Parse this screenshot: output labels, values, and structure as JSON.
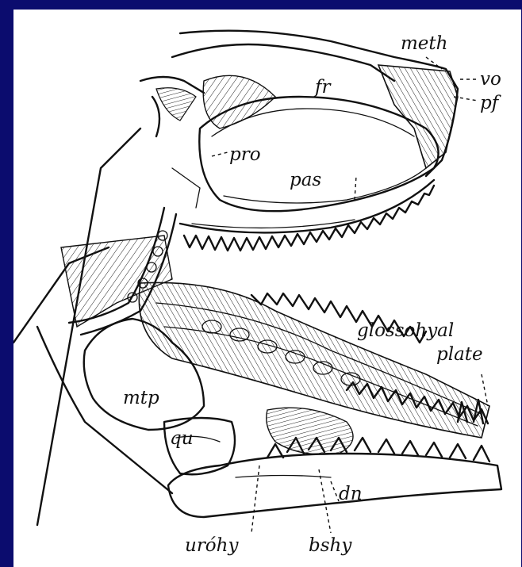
{
  "labels": {
    "meth": "meth",
    "vo": "vo",
    "pf": "pf",
    "fr": "fr",
    "pro": "pro",
    "pas": "pas",
    "glossohyal": "glossohyal",
    "plate": "plate",
    "mtp": "mtp",
    "qu": "qu",
    "dn": "dn",
    "urohy": "uróhy",
    "bshy": "bshy"
  },
  "colors": {
    "background": "#0b0c6e",
    "paper": "#ffffff",
    "ink": "#111111"
  }
}
